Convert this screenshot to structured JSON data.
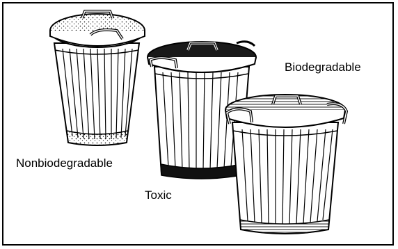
{
  "labels": {
    "nonbiodegradable": "Nonbiodegradable",
    "toxic": "Toxic",
    "biodegradable": "Biodegradable"
  },
  "colors": {
    "line": "#000000",
    "background": "#ffffff",
    "toxic_lid": "#1a1a1a"
  }
}
